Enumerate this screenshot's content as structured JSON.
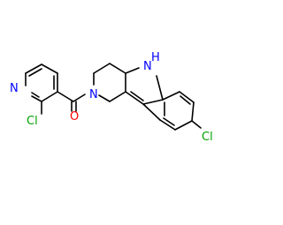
{
  "molecule": {
    "atom_labels": {
      "pyridine_n": "N",
      "pyridine_cl": "Cl",
      "carbonyl_o": "O",
      "amide_n": "N",
      "indole_nh": "N",
      "indole_h": "H",
      "benzo_cl": "Cl"
    }
  },
  "colors": {
    "bond": "#000000",
    "nitrogen": "#0000ff",
    "oxygen": "#ff0000",
    "chlorine": "#00a000"
  }
}
